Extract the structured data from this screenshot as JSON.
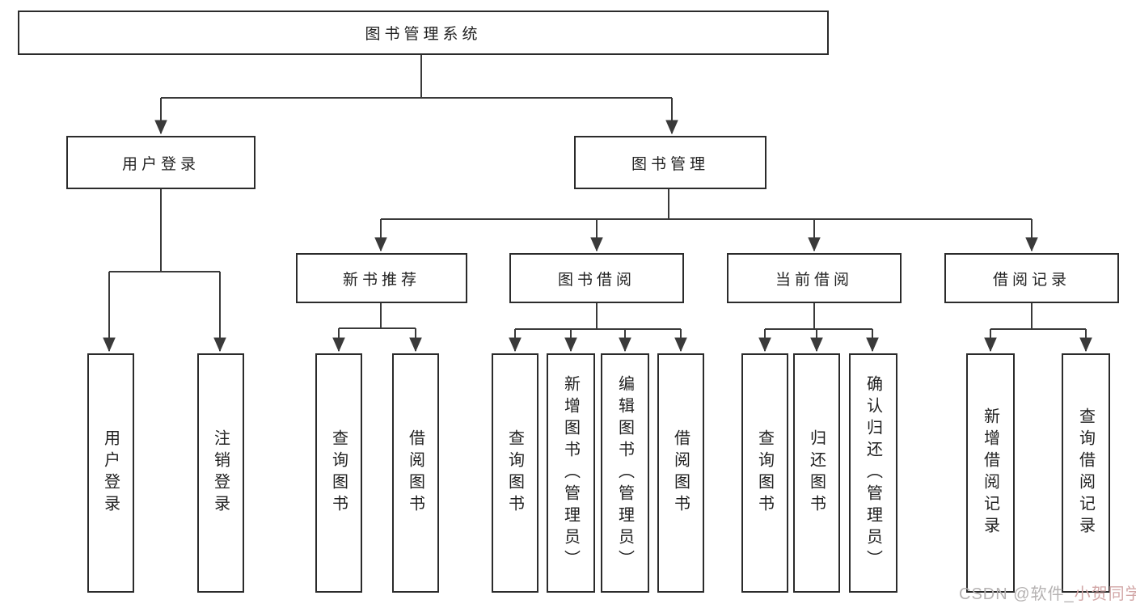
{
  "diagram": {
    "root_label": "图书管理系统",
    "login_branch": {
      "label": "用户登录",
      "children": [
        "用户登录",
        "注销登录"
      ]
    },
    "management_branch": {
      "label": "图书管理",
      "sections": [
        {
          "label": "新书推荐",
          "children": [
            "查询图书",
            "借阅图书"
          ]
        },
        {
          "label": "图书借阅",
          "children": [
            "查询图书",
            "新增图书（管理员）",
            "编辑图书（管理员）",
            "借阅图书"
          ]
        },
        {
          "label": "当前借阅",
          "children": [
            "查询图书",
            "归还图书",
            "确认归还（管理员）"
          ]
        },
        {
          "label": "借阅记录",
          "children": [
            "新增借阅记录",
            "查询借阅记录"
          ]
        }
      ]
    }
  },
  "watermark": {
    "prefix": "CSDN @软件_",
    "suffix": "小贺同学"
  },
  "colors": {
    "line": "#3a3a3a",
    "box_border": "#2b2b2b",
    "box_fill": "#ffffff",
    "text": "#212121",
    "watermark_gray": "#b5b2b2",
    "watermark_pink": "#d2a7a7"
  }
}
